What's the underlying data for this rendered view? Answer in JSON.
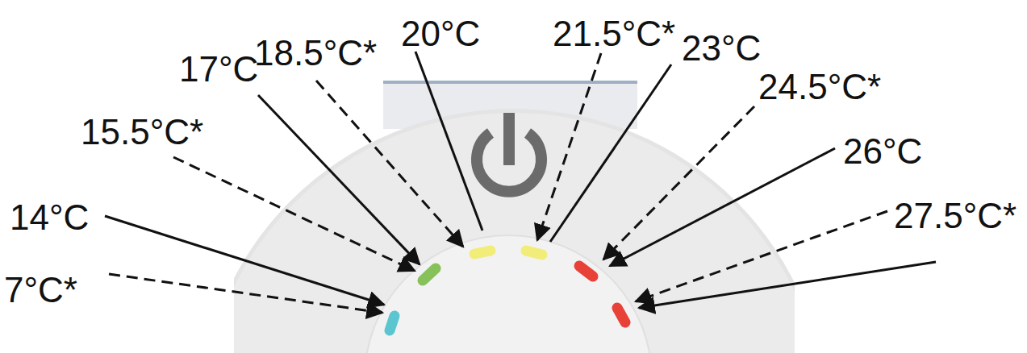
{
  "diagram": {
    "labels": [
      "7°C*",
      "14°C",
      "15.5°C*",
      "17°C",
      "18.5°C*",
      "20°C",
      "21.5°C*",
      "23°C",
      "24.5°C*",
      "26°C",
      "27.5°C*"
    ]
  }
}
